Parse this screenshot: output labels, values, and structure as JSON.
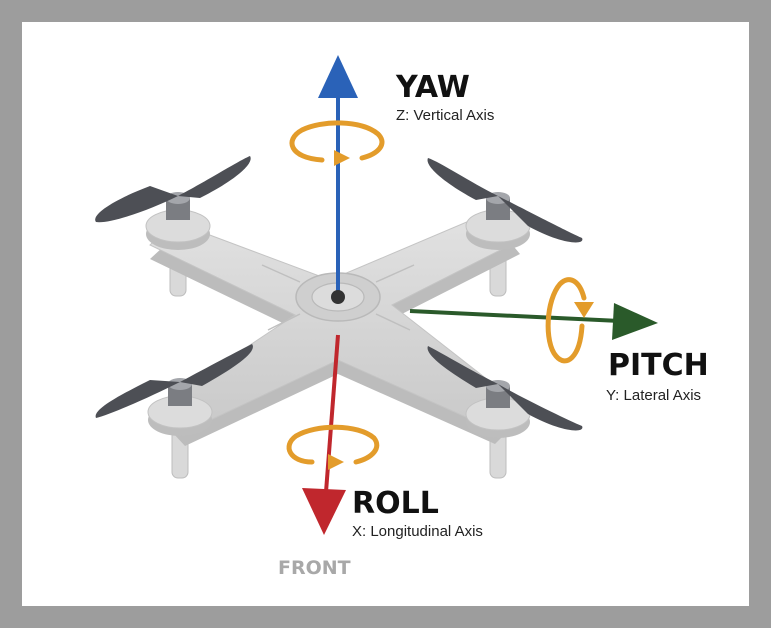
{
  "yaw": {
    "title": "YAW",
    "axis": "Z: Vertical Axis",
    "color": "#2a62b8"
  },
  "pitch": {
    "title": "PITCH",
    "axis": "Y: Lateral Axis",
    "color": "#2a5a2a"
  },
  "roll": {
    "title": "ROLL",
    "axis": "X: Longitudinal Axis",
    "color": "#c0272d"
  },
  "front_label": "FRONT",
  "colors": {
    "frame": "#9d9d9d",
    "rotation_arrow": "#e39c2b",
    "drone_body": "#d4d4d4",
    "propeller": "#4d4f55",
    "front_text": "#a8a8a8"
  }
}
